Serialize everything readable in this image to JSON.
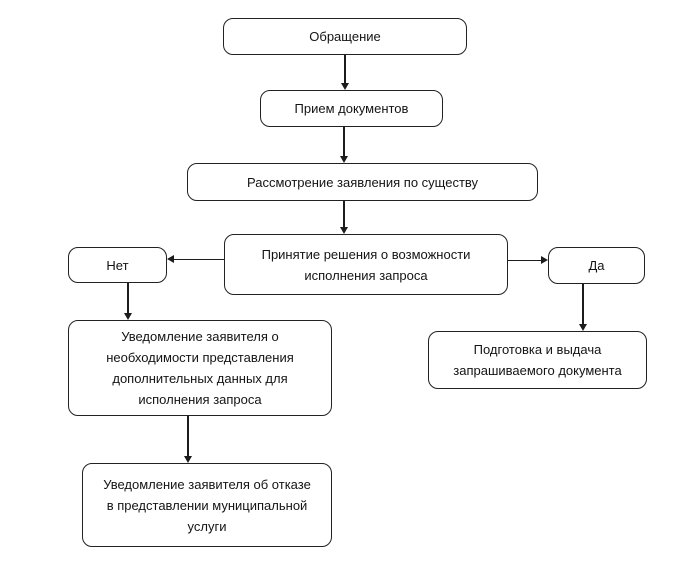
{
  "diagram": {
    "type": "flowchart",
    "colors": {
      "background": "#ffffff",
      "node_fill": "#ffffff",
      "node_border": "#222222",
      "line_color": "#1c1c1c",
      "text_color": "#141414"
    },
    "nodes": {
      "start": {
        "label": "Обращение"
      },
      "intake": {
        "label": "Прием документов"
      },
      "review": {
        "label": "Рассмотрение заявления по существу"
      },
      "decision": {
        "label": "Принятие решения о возможности\nисполнения запроса"
      },
      "no": {
        "label": "Нет"
      },
      "yes": {
        "label": "Да"
      },
      "notify_more_data": {
        "label": "Уведомление заявителя о\nнеобходимости представления\nдополнительных данных для\nисполнения запроса"
      },
      "prepare_issue": {
        "label": "Подготовка и выдача\nзапрашиваемого документа"
      },
      "notify_refusal": {
        "label": "Уведомление заявителя об отказе\nв представлении муниципальной\nуслуги"
      }
    },
    "edges": [
      {
        "from": "start",
        "to": "intake"
      },
      {
        "from": "intake",
        "to": "review"
      },
      {
        "from": "review",
        "to": "decision"
      },
      {
        "from": "decision",
        "to": "no"
      },
      {
        "from": "decision",
        "to": "yes"
      },
      {
        "from": "no",
        "to": "notify_more_data"
      },
      {
        "from": "yes",
        "to": "prepare_issue"
      },
      {
        "from": "notify_more_data",
        "to": "notify_refusal"
      }
    ]
  }
}
